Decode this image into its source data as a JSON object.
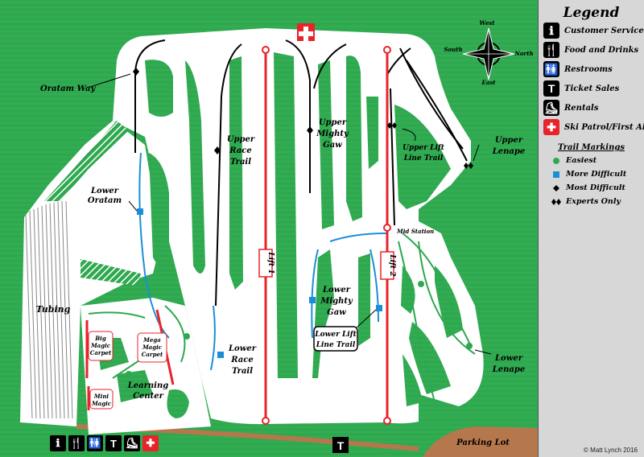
{
  "legend": {
    "title": "Legend",
    "items": [
      {
        "icon": "customer-service-icon",
        "label": "Customer Service"
      },
      {
        "icon": "food-drink-icon",
        "label": "Food and Drinks"
      },
      {
        "icon": "restroom-icon",
        "label": "Restrooms"
      },
      {
        "icon": "ticket-icon",
        "label": "Ticket Sales"
      },
      {
        "icon": "rental-boot-icon",
        "label": "Rentals"
      },
      {
        "icon": "first-aid-icon",
        "label": "Ski Patrol/First Aid"
      }
    ],
    "trail_markings_title": "Trail Markings",
    "trail_markings": [
      {
        "symbol": "green-circle",
        "label": "Easiest",
        "color": "#2fa84f"
      },
      {
        "symbol": "blue-square",
        "label": "More Difficult",
        "color": "#1a8fd8"
      },
      {
        "symbol": "black-diamond",
        "label": "Most Difficult",
        "color": "#000000"
      },
      {
        "symbol": "double-black-diamond",
        "label": "Experts Only",
        "color": "#000000"
      }
    ]
  },
  "compass": {
    "north": "North",
    "south": "South",
    "east": "East",
    "west": "West"
  },
  "trails": {
    "oratam_way": "Oratam Way",
    "lower_oratam": [
      "Lower",
      "Oratam"
    ],
    "upper_race": [
      "Upper",
      "Race",
      "Trail"
    ],
    "lower_race": [
      "Lower",
      "Race",
      "Trail"
    ],
    "upper_mighty": [
      "Upper",
      "Mighty",
      "Gaw"
    ],
    "lower_mighty": [
      "Lower",
      "Mighty",
      "Gaw"
    ],
    "upper_lift_line": [
      "Upper Lift",
      "Line Trail"
    ],
    "lower_lift_line": [
      "Lower Lift",
      "Line Trail"
    ],
    "upper_lenape": [
      "Upper",
      "Lenape"
    ],
    "lower_lenape": [
      "Lower",
      "Lenape"
    ]
  },
  "lifts": {
    "lift1": "Lift 1",
    "lift2": "Lift 2",
    "mid_station": "Mid Station"
  },
  "areas": {
    "tubing": "Tubing",
    "big_magic": [
      "Big",
      "Magic",
      "Carpet"
    ],
    "mega_magic": [
      "Mega",
      "Magic",
      "Carpet"
    ],
    "mini_magic": [
      "Mini",
      "Magic"
    ],
    "learning_center": [
      "Learning",
      "Center"
    ],
    "parking": "Parking Lot"
  },
  "copyright": "© Matt Lynch 2016",
  "colors": {
    "grass": "#2fa84f",
    "snow": "#ffffff",
    "lift": "#e8232a",
    "blue_trail": "#1a8fd8",
    "parking": "#b5774c"
  }
}
